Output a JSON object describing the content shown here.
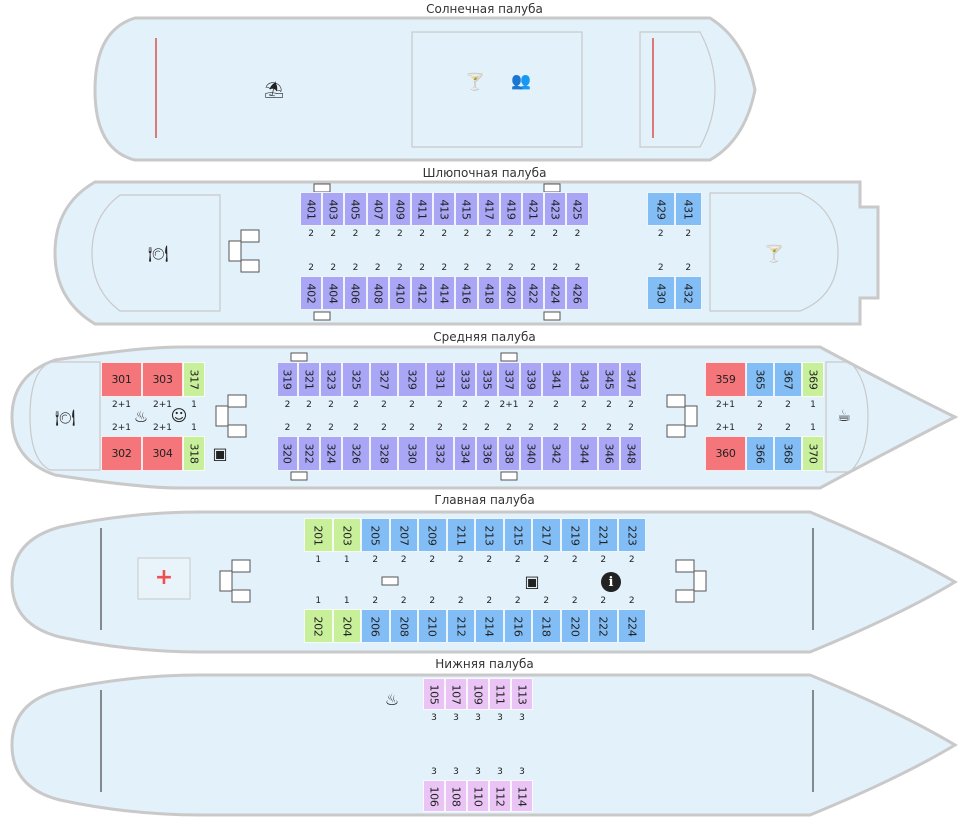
{
  "decks": [
    {
      "id": "sun",
      "title": "Солнечная палуба",
      "cabins": []
    },
    {
      "id": "boat",
      "title": "Шлюпочная палуба",
      "cabins": [
        {
          "no": "401",
          "berths": "2",
          "type": "blue"
        },
        {
          "no": "403",
          "berths": "2",
          "type": "blue"
        },
        {
          "no": "405",
          "berths": "2",
          "type": "blue"
        },
        {
          "no": "407",
          "berths": "2",
          "type": "blue"
        },
        {
          "no": "409",
          "berths": "2",
          "type": "blue"
        },
        {
          "no": "411",
          "berths": "2",
          "type": "blue"
        },
        {
          "no": "413",
          "berths": "2",
          "type": "blue"
        },
        {
          "no": "415",
          "berths": "2",
          "type": "blue"
        },
        {
          "no": "417",
          "berths": "2",
          "type": "blue"
        },
        {
          "no": "419",
          "berths": "2",
          "type": "blue"
        },
        {
          "no": "421",
          "berths": "2",
          "type": "blue"
        },
        {
          "no": "423",
          "berths": "2",
          "type": "blue"
        },
        {
          "no": "425",
          "berths": "2",
          "type": "blue"
        },
        {
          "no": "402",
          "berths": "2",
          "type": "blue"
        },
        {
          "no": "404",
          "berths": "2",
          "type": "blue"
        },
        {
          "no": "406",
          "berths": "2",
          "type": "blue"
        },
        {
          "no": "408",
          "berths": "2",
          "type": "blue"
        },
        {
          "no": "410",
          "berths": "2",
          "type": "blue"
        },
        {
          "no": "412",
          "berths": "2",
          "type": "blue"
        },
        {
          "no": "414",
          "berths": "2",
          "type": "blue"
        },
        {
          "no": "416",
          "berths": "2",
          "type": "blue"
        },
        {
          "no": "418",
          "berths": "2",
          "type": "blue"
        },
        {
          "no": "420",
          "berths": "2",
          "type": "blue"
        },
        {
          "no": "422",
          "berths": "2",
          "type": "blue"
        },
        {
          "no": "424",
          "berths": "2",
          "type": "blue"
        },
        {
          "no": "426",
          "berths": "2",
          "type": "blue"
        },
        {
          "no": "429",
          "berths": "2",
          "type": "sky"
        },
        {
          "no": "431",
          "berths": "2",
          "type": "sky"
        },
        {
          "no": "430",
          "berths": "2",
          "type": "sky"
        },
        {
          "no": "432",
          "berths": "2",
          "type": "sky"
        }
      ]
    },
    {
      "id": "middle",
      "title": "Средняя палуба",
      "cabins": [
        {
          "no": "301",
          "berths": "2+1",
          "type": "red"
        },
        {
          "no": "303",
          "berths": "2+1",
          "type": "red"
        },
        {
          "no": "317",
          "berths": "1",
          "type": "green"
        },
        {
          "no": "302",
          "berths": "2+1",
          "type": "red"
        },
        {
          "no": "304",
          "berths": "2+1",
          "type": "red"
        },
        {
          "no": "318",
          "berths": "1",
          "type": "green"
        },
        {
          "no": "319",
          "berths": "2",
          "type": "blue"
        },
        {
          "no": "321",
          "berths": "2",
          "type": "blue"
        },
        {
          "no": "323",
          "berths": "2",
          "type": "blue"
        },
        {
          "no": "325",
          "berths": "2",
          "type": "blue"
        },
        {
          "no": "327",
          "berths": "2",
          "type": "blue"
        },
        {
          "no": "329",
          "berths": "2",
          "type": "blue"
        },
        {
          "no": "331",
          "berths": "2",
          "type": "blue"
        },
        {
          "no": "333",
          "berths": "2",
          "type": "blue"
        },
        {
          "no": "335",
          "berths": "2",
          "type": "blue"
        },
        {
          "no": "337",
          "berths": "2+1",
          "type": "blue"
        },
        {
          "no": "339",
          "berths": "2",
          "type": "blue"
        },
        {
          "no": "341",
          "berths": "2",
          "type": "blue"
        },
        {
          "no": "343",
          "berths": "2",
          "type": "blue"
        },
        {
          "no": "345",
          "berths": "2",
          "type": "blue"
        },
        {
          "no": "347",
          "berths": "2",
          "type": "blue"
        },
        {
          "no": "320",
          "berths": "2",
          "type": "blue"
        },
        {
          "no": "322",
          "berths": "2",
          "type": "blue"
        },
        {
          "no": "324",
          "berths": "2",
          "type": "blue"
        },
        {
          "no": "326",
          "berths": "2",
          "type": "blue"
        },
        {
          "no": "328",
          "berths": "2",
          "type": "blue"
        },
        {
          "no": "330",
          "berths": "2",
          "type": "blue"
        },
        {
          "no": "332",
          "berths": "2",
          "type": "blue"
        },
        {
          "no": "334",
          "berths": "2",
          "type": "blue"
        },
        {
          "no": "336",
          "berths": "2",
          "type": "blue"
        },
        {
          "no": "338",
          "berths": "2",
          "type": "blue"
        },
        {
          "no": "340",
          "berths": "2",
          "type": "blue"
        },
        {
          "no": "342",
          "berths": "2",
          "type": "blue"
        },
        {
          "no": "344",
          "berths": "2",
          "type": "blue"
        },
        {
          "no": "346",
          "berths": "2",
          "type": "blue"
        },
        {
          "no": "348",
          "berths": "2",
          "type": "blue"
        },
        {
          "no": "359",
          "berths": "2+1",
          "type": "red"
        },
        {
          "no": "365",
          "berths": "2",
          "type": "sky"
        },
        {
          "no": "367",
          "berths": "2",
          "type": "sky"
        },
        {
          "no": "369",
          "berths": "1",
          "type": "green"
        },
        {
          "no": "360",
          "berths": "2+1",
          "type": "red"
        },
        {
          "no": "366",
          "berths": "2",
          "type": "sky"
        },
        {
          "no": "368",
          "berths": "2",
          "type": "sky"
        },
        {
          "no": "370",
          "berths": "1",
          "type": "green"
        }
      ]
    },
    {
      "id": "main",
      "title": "Главная палуба",
      "cabins": [
        {
          "no": "201",
          "berths": "1",
          "type": "green"
        },
        {
          "no": "203",
          "berths": "1",
          "type": "green"
        },
        {
          "no": "205",
          "berths": "2",
          "type": "sky"
        },
        {
          "no": "207",
          "berths": "2",
          "type": "sky"
        },
        {
          "no": "209",
          "berths": "2",
          "type": "sky"
        },
        {
          "no": "211",
          "berths": "2",
          "type": "sky"
        },
        {
          "no": "213",
          "berths": "2",
          "type": "sky"
        },
        {
          "no": "215",
          "berths": "2",
          "type": "sky"
        },
        {
          "no": "217",
          "berths": "2",
          "type": "sky"
        },
        {
          "no": "219",
          "berths": "2",
          "type": "sky"
        },
        {
          "no": "221",
          "berths": "2",
          "type": "sky"
        },
        {
          "no": "223",
          "berths": "2",
          "type": "sky"
        },
        {
          "no": "202",
          "berths": "1",
          "type": "green"
        },
        {
          "no": "204",
          "berths": "1",
          "type": "green"
        },
        {
          "no": "206",
          "berths": "2",
          "type": "sky"
        },
        {
          "no": "208",
          "berths": "2",
          "type": "sky"
        },
        {
          "no": "210",
          "berths": "2",
          "type": "sky"
        },
        {
          "no": "212",
          "berths": "2",
          "type": "sky"
        },
        {
          "no": "214",
          "berths": "2",
          "type": "sky"
        },
        {
          "no": "216",
          "berths": "2",
          "type": "sky"
        },
        {
          "no": "218",
          "berths": "2",
          "type": "sky"
        },
        {
          "no": "220",
          "berths": "2",
          "type": "sky"
        },
        {
          "no": "222",
          "berths": "2",
          "type": "sky"
        },
        {
          "no": "224",
          "berths": "2",
          "type": "sky"
        }
      ]
    },
    {
      "id": "lower",
      "title": "Нижняя палуба",
      "cabins": [
        {
          "no": "105",
          "berths": "3",
          "type": "pink"
        },
        {
          "no": "107",
          "berths": "3",
          "type": "pink"
        },
        {
          "no": "109",
          "berths": "3",
          "type": "pink"
        },
        {
          "no": "111",
          "berths": "3",
          "type": "pink"
        },
        {
          "no": "113",
          "berths": "3",
          "type": "pink"
        },
        {
          "no": "106",
          "berths": "3",
          "type": "pink"
        },
        {
          "no": "108",
          "berths": "3",
          "type": "pink"
        },
        {
          "no": "110",
          "berths": "3",
          "type": "pink"
        },
        {
          "no": "112",
          "berths": "3",
          "type": "pink"
        },
        {
          "no": "114",
          "berths": "3",
          "type": "pink"
        }
      ]
    }
  ],
  "colors": {
    "blue": "#a9a6f5",
    "sky": "#83bdf6",
    "red": "#f5767a",
    "green": "#c8ef9a",
    "pink": "#e9c4f5",
    "hull": "#e3f1fb",
    "hull_border": "#c9c9c9",
    "medical_cross": "#f0504f"
  },
  "icons": [
    {
      "name": "beach-umbrella-icon",
      "glyph": "⛱"
    },
    {
      "name": "cocktail-icon",
      "glyph": "🍸"
    },
    {
      "name": "conference-icon",
      "glyph": "👥"
    },
    {
      "name": "restaurant-icon",
      "glyph": "🍽"
    },
    {
      "name": "cocktail-bar-icon",
      "glyph": "🍸"
    },
    {
      "name": "restaurant-icon-2",
      "glyph": "🍽"
    },
    {
      "name": "iron-icon",
      "glyph": "♨"
    },
    {
      "name": "kids-room-icon",
      "glyph": "☺"
    },
    {
      "name": "water-cooler-icon",
      "glyph": "▣"
    },
    {
      "name": "coffee-icon",
      "glyph": "☕"
    },
    {
      "name": "medical-icon",
      "glyph": "+"
    },
    {
      "name": "water-cooler-icon-2",
      "glyph": "▣"
    },
    {
      "name": "info-icon",
      "glyph": "i"
    },
    {
      "name": "sauna-icon",
      "glyph": "♨"
    }
  ]
}
